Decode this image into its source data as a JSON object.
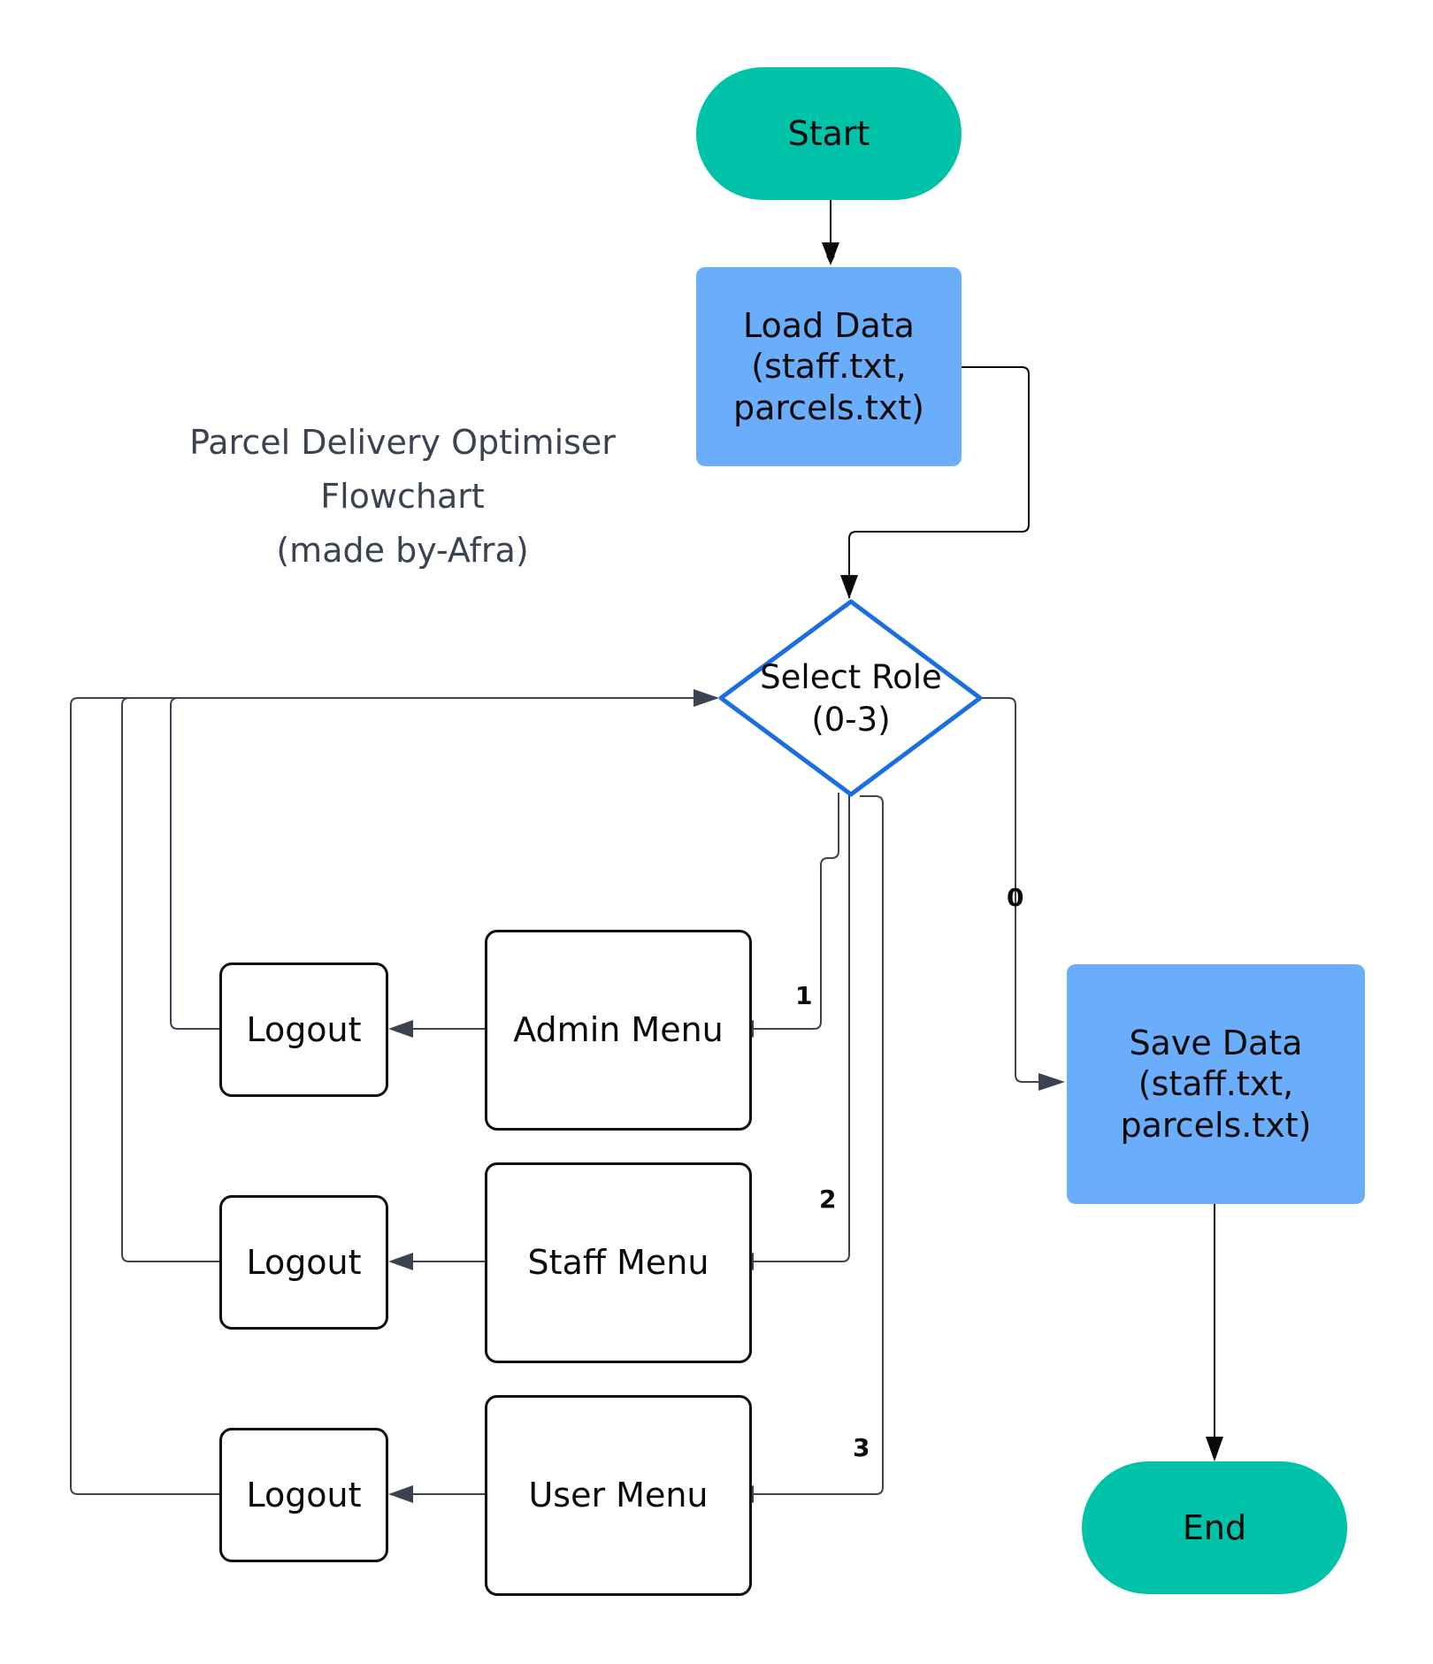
{
  "title": "Parcel Delivery Optimiser\nFlowchart\n(made by-Afra)",
  "nodes": {
    "start": "Start",
    "load_data": "Load Data\n(staff.txt,\nparcels.txt)",
    "select_role": "Select Role\n(0-3)",
    "admin_menu": "Admin Menu",
    "staff_menu": "Staff Menu",
    "user_menu": "User Menu",
    "logout_admin": "Logout",
    "logout_staff": "Logout",
    "logout_user": "Logout",
    "save_data": "Save Data\n(staff.txt,\nparcels.txt)",
    "end": "End"
  },
  "edge_labels": {
    "exit": "0",
    "admin": "1",
    "staff": "2",
    "user": "3"
  },
  "colors": {
    "terminal": "#00c2a8",
    "process": "#6aaefb",
    "decision_border": "#1c6ee0",
    "connector": "#3b4350",
    "title_text": "#3b4350"
  }
}
